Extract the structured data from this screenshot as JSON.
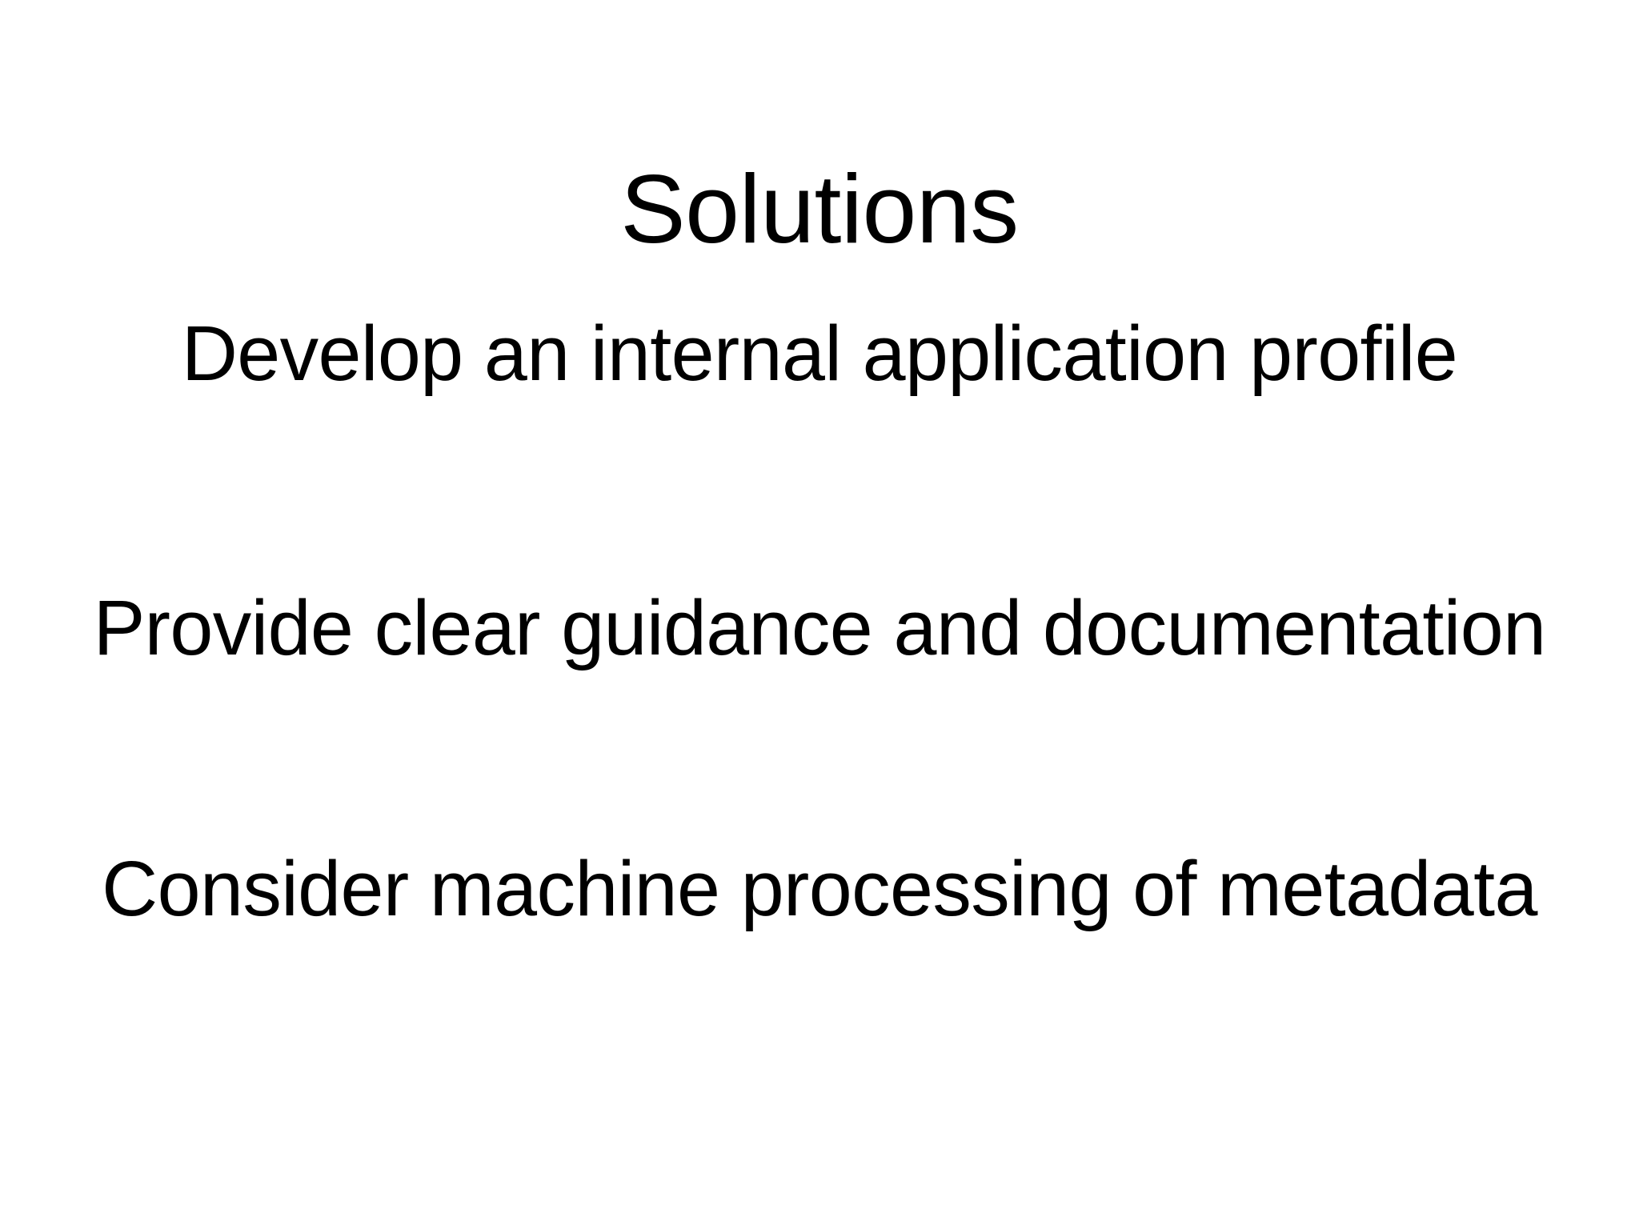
{
  "slide": {
    "title": "Solutions",
    "background_color": "#FFFFFF",
    "text_color": "#000000",
    "blocks": [
      {
        "text": "Develop an internal application profile"
      },
      {
        "text": "Provide clear guidance and documentation"
      },
      {
        "text": "Consider machine processing of metadata"
      }
    ]
  }
}
